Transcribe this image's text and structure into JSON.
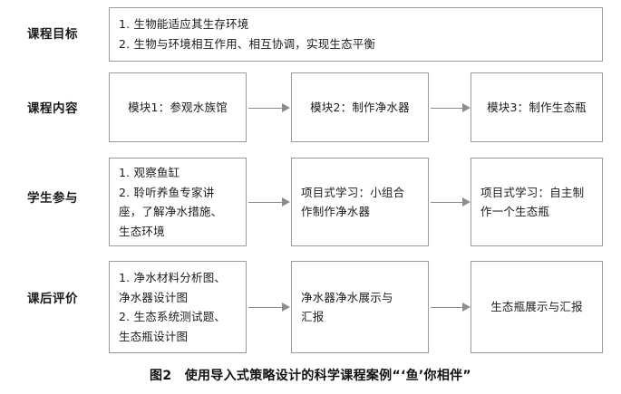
{
  "figure": {
    "caption": "图2　使用导入式策略设计的科学课程案例“‘鱼’你相伴”",
    "border_color": "#9a9a9a",
    "arrow_color": "#8d8d8d",
    "text_color": "#1b1b1b"
  },
  "rows": [
    {
      "label": "课程目标",
      "cells": [
        {
          "text": "1. 生物能适应其生存环境\n2. 生物与环境相互作用、相互协调，实现生态平衡",
          "span": "full"
        }
      ],
      "arrows": []
    },
    {
      "label": "课程内容",
      "cells": [
        {
          "text": "模块1：参观水族馆"
        },
        {
          "text": "模块2：制作净水器"
        },
        {
          "text": "模块3：制作生态瓶"
        }
      ],
      "arrows": [
        "arrow-right",
        "arrow-right"
      ]
    },
    {
      "label": "学生参与",
      "cells": [
        {
          "text": "1. 观察鱼缸\n2. 聆听养鱼专家讲\n座，了解净水措施、\n生态环境"
        },
        {
          "text": "项目式学习：小组合\n作制作净水器"
        },
        {
          "text": "项目式学习：自主制\n作一个生态瓶"
        }
      ],
      "arrows": [
        "arrow-right",
        "arrow-right"
      ]
    },
    {
      "label": "课后评价",
      "cells": [
        {
          "text": "1. 净水材料分析图、\n净水器设计图\n2. 生态系统测试题、\n生态瓶设计图"
        },
        {
          "text": "净水器净水展示与\n汇报"
        },
        {
          "text": "生态瓶展示与汇报"
        }
      ],
      "arrows": [
        "arrow-right",
        "arrow-right"
      ]
    }
  ]
}
